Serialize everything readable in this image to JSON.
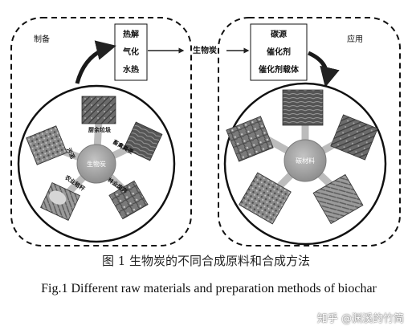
{
  "left_panel": {
    "label": "制备",
    "methods": [
      "热解",
      "气化",
      "水热"
    ],
    "hub_label": "生物炭",
    "feedstocks": [
      "厨余垃圾",
      "畜禽粪便",
      "林业废弃",
      "农业秸秆",
      "污泥"
    ]
  },
  "center_label": "生物炭",
  "right_panel": {
    "label": "应用",
    "applications": [
      "碳源",
      "催化剂",
      "催化剂载体"
    ],
    "hub_label": "碳材料"
  },
  "caption": {
    "cn": "图 1    生物炭的不同合成原料和合成方法",
    "en": "Fig.1    Different raw materials and preparation methods of biochar"
  },
  "watermark": "知乎 @渊溪的竹简",
  "colors": {
    "line": "#111111",
    "spoke": "#bcbcbc",
    "hub": "#9c9c9c",
    "arrow": "#222222"
  }
}
